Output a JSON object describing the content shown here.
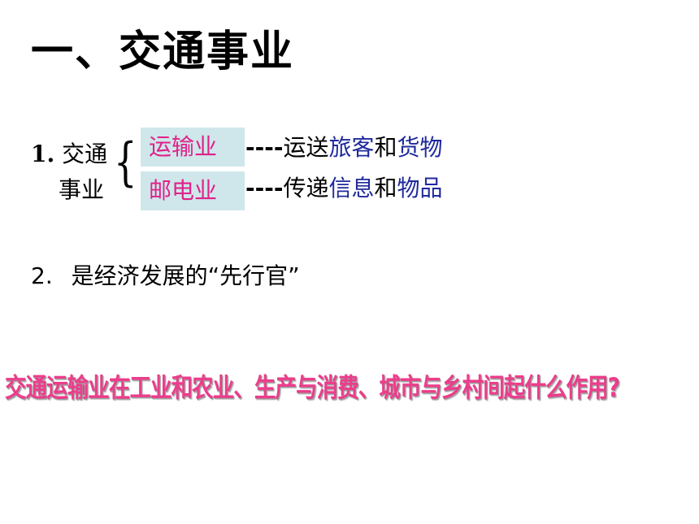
{
  "title": "一、交通事业",
  "item1": {
    "number": "1.",
    "label_line1": "交通",
    "label_line2": "事业",
    "brace": "{",
    "rows": [
      {
        "box": "运输业",
        "dashes": "----",
        "verb": "运送",
        "obj1": "旅客",
        "conj": "和",
        "obj2": "货物"
      },
      {
        "box": "邮电业",
        "dashes": "----",
        "verb": "传递",
        "obj1": "信息",
        "conj": "和",
        "obj2": "物品"
      }
    ]
  },
  "item2": {
    "number": "2.",
    "text": "是经济发展的“先行官”"
  },
  "question": "交通运输业在工业和农业、生产与消费、城市与乡村间起什么作用?",
  "colors": {
    "box_bg": "#cfe7ea",
    "box_text": "#e0218a",
    "highlight_blue": "#1f2a9c",
    "question_pink": "#ec3d8c"
  }
}
